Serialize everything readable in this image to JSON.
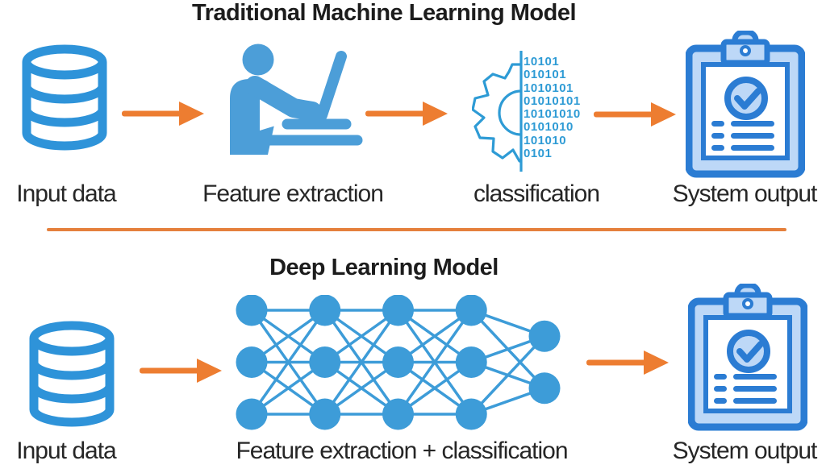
{
  "top": {
    "title": "Traditional Machine Learning Model",
    "labels": {
      "input": "Input data",
      "feature": "Feature extraction",
      "classification": "classification",
      "output": "System output"
    },
    "binary_rows": [
      "10101",
      "010101",
      "1010101",
      "01010101",
      "10101010",
      "0101010",
      "101010",
      "0101"
    ]
  },
  "bottom": {
    "title": "Deep Learning Model",
    "labels": {
      "input": "Input data",
      "feature": "Feature extraction + classification",
      "output": "System output"
    }
  },
  "network": {
    "layers": [
      3,
      3,
      3,
      3,
      2
    ]
  },
  "colors": {
    "icon_blue": "#3d9cd8",
    "db_blue": "#2e93d9",
    "person_blue": "#4c9ed8",
    "gear_blue": "#2e9bd5",
    "clipboard_blue": "#2b7cd3",
    "clipboard_light": "#bdd8f7",
    "arrow_orange": "#ed7d31",
    "divider_orange": "#e5803c",
    "text": "#262626"
  }
}
